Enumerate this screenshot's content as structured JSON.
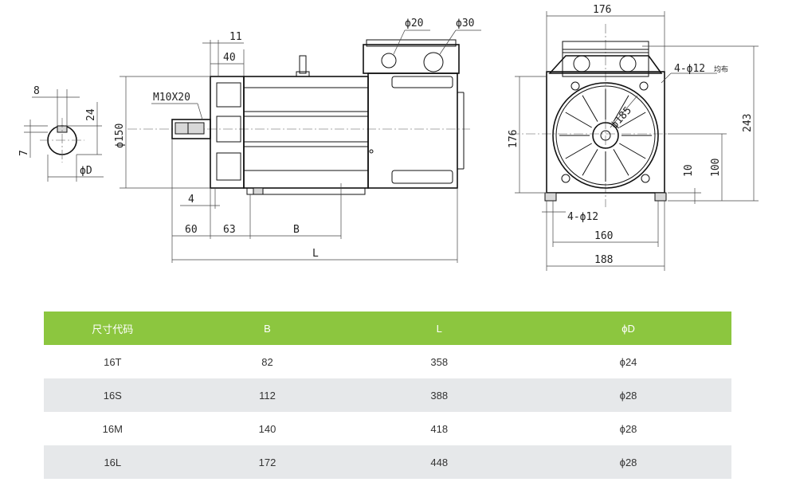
{
  "dims": {
    "d_key_w": "8",
    "d_key_h": "24",
    "d_key_off": "7",
    "d_shaft": "ϕD",
    "d_11": "11",
    "d_40": "40",
    "d_m10": "M10X20",
    "d_150": "ϕ150",
    "d_4": "4",
    "d_60": "60",
    "d_63": "63",
    "d_B": "B",
    "d_L": "L",
    "d_20": "ϕ20",
    "d_30": "ϕ30",
    "d_176top": "176",
    "d_176side": "176",
    "d_holes_top": "4-ϕ12",
    "d_holes_note": "均布",
    "d_185": "ϕ185",
    "d_243": "243",
    "d_100": "100",
    "d_10": "10",
    "d_holes_bottom": "4-ϕ12",
    "d_160": "160",
    "d_188": "188"
  },
  "table": {
    "headers": [
      "尺寸代码",
      "B",
      "L",
      "ϕD"
    ],
    "rows": [
      [
        "16T",
        "82",
        "358",
        "ϕ24"
      ],
      [
        "16S",
        "112",
        "388",
        "ϕ28"
      ],
      [
        "16M",
        "140",
        "418",
        "ϕ28"
      ],
      [
        "16L",
        "172",
        "448",
        "ϕ28"
      ]
    ]
  },
  "colors": {
    "header_bg": "#8cc63f",
    "row_alt_bg": "#e6e8ea"
  }
}
